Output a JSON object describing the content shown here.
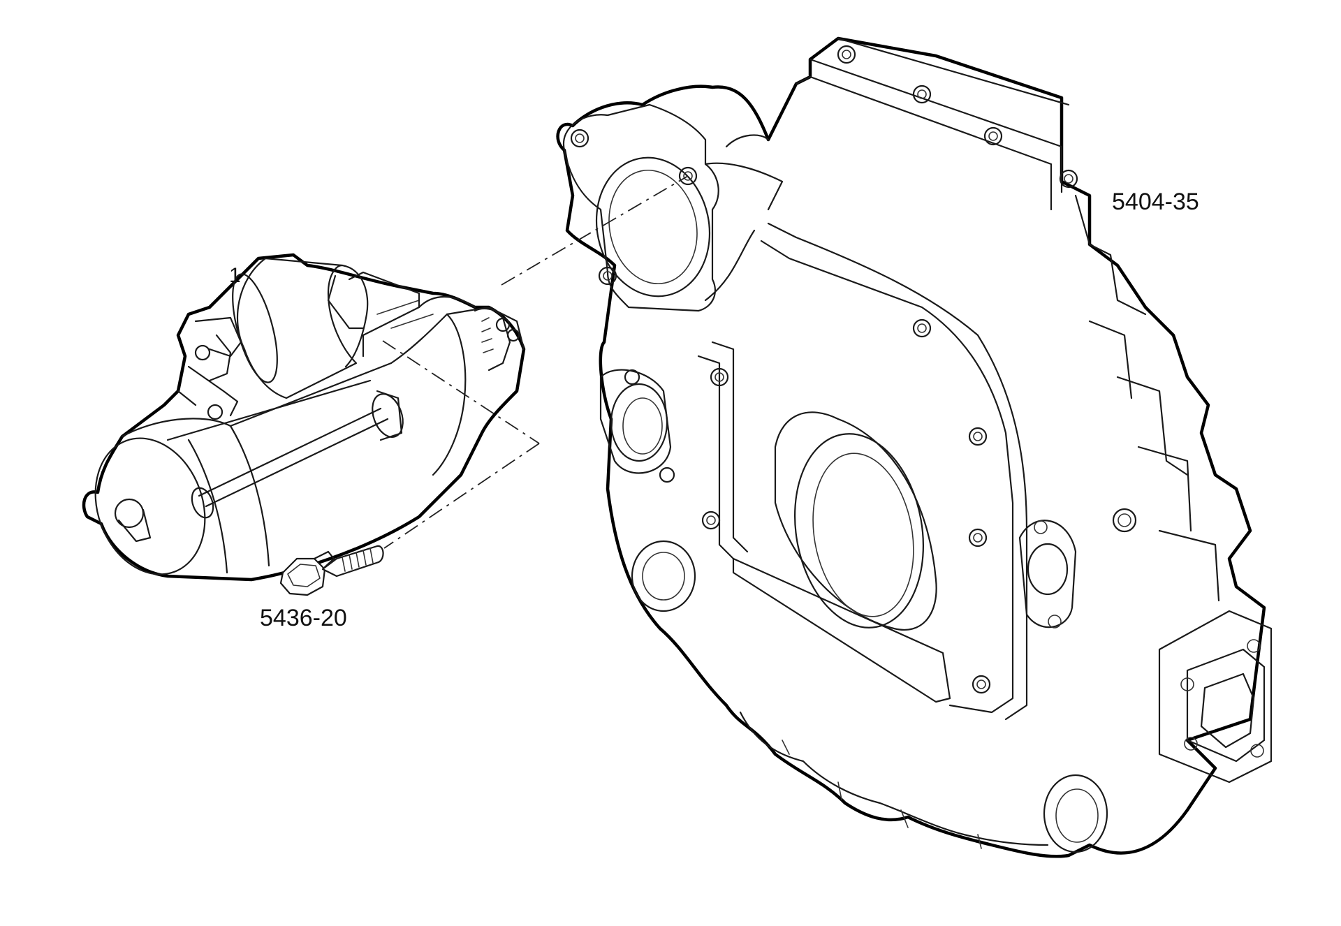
{
  "callouts": {
    "starter": "1",
    "bolt": "5436-20",
    "housing": "5404-35"
  },
  "parts": [
    {
      "ref": "1",
      "icon": "starter-motor-icon"
    },
    {
      "ref": "5436-20",
      "icon": "hex-flange-bolt-icon"
    },
    {
      "ref": "5404-35",
      "icon": "flywheel-housing-icon"
    }
  ],
  "colors": {
    "line": "#1a1a1a",
    "background": "#ffffff"
  }
}
